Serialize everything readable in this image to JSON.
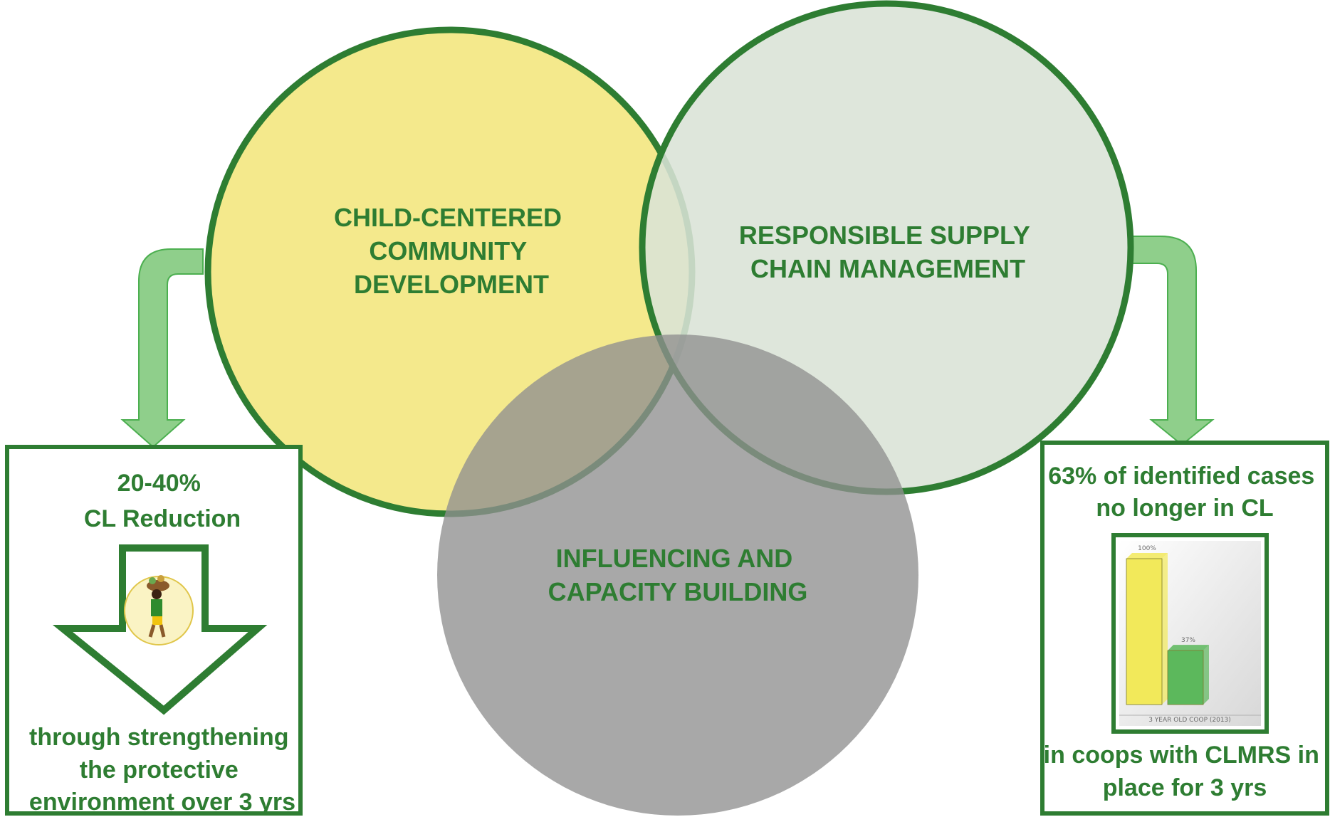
{
  "colors": {
    "green": "#2e7d32",
    "yellow_circle": "#f4e98c",
    "sage_circle": "#d9e2d6",
    "gray_circle": "#a3a3a3",
    "arrow_fill": "#8fcf8b"
  },
  "circles": {
    "top_left": {
      "lines": [
        "CHILD-CENTERED",
        "COMMUNITY",
        "DEVELOPMENT"
      ]
    },
    "top_right": {
      "lines": [
        "RESPONSIBLE SUPPLY",
        "CHAIN MANAGEMENT"
      ]
    },
    "bottom": {
      "lines": [
        "INFLUENCING AND",
        "CAPACITY BUILDING"
      ]
    }
  },
  "left_box": {
    "headline": [
      "20-40%",
      "CL Reduction"
    ],
    "icon": "child-carrying-basket-icon",
    "footer": [
      "through strengthening",
      "the protective",
      "environment over 3 yrs"
    ]
  },
  "right_box": {
    "headline": [
      "63% of identified cases",
      "no longer in CL"
    ],
    "footer": [
      "in coops with CLMRS in",
      "place for 3 yrs"
    ],
    "chart_data": {
      "type": "bar",
      "categories": [
        "3 YEAR OLD COOP (2013)"
      ],
      "series": [
        {
          "values": [
            100
          ],
          "color": "#f2e95a"
        },
        {
          "values": [
            37
          ],
          "color": "#5cb85c"
        }
      ],
      "data_labels": [
        "100%",
        "37%"
      ],
      "xlabel": "3 YEAR OLD COOP (2013)",
      "ylim": [
        0,
        100
      ]
    }
  }
}
